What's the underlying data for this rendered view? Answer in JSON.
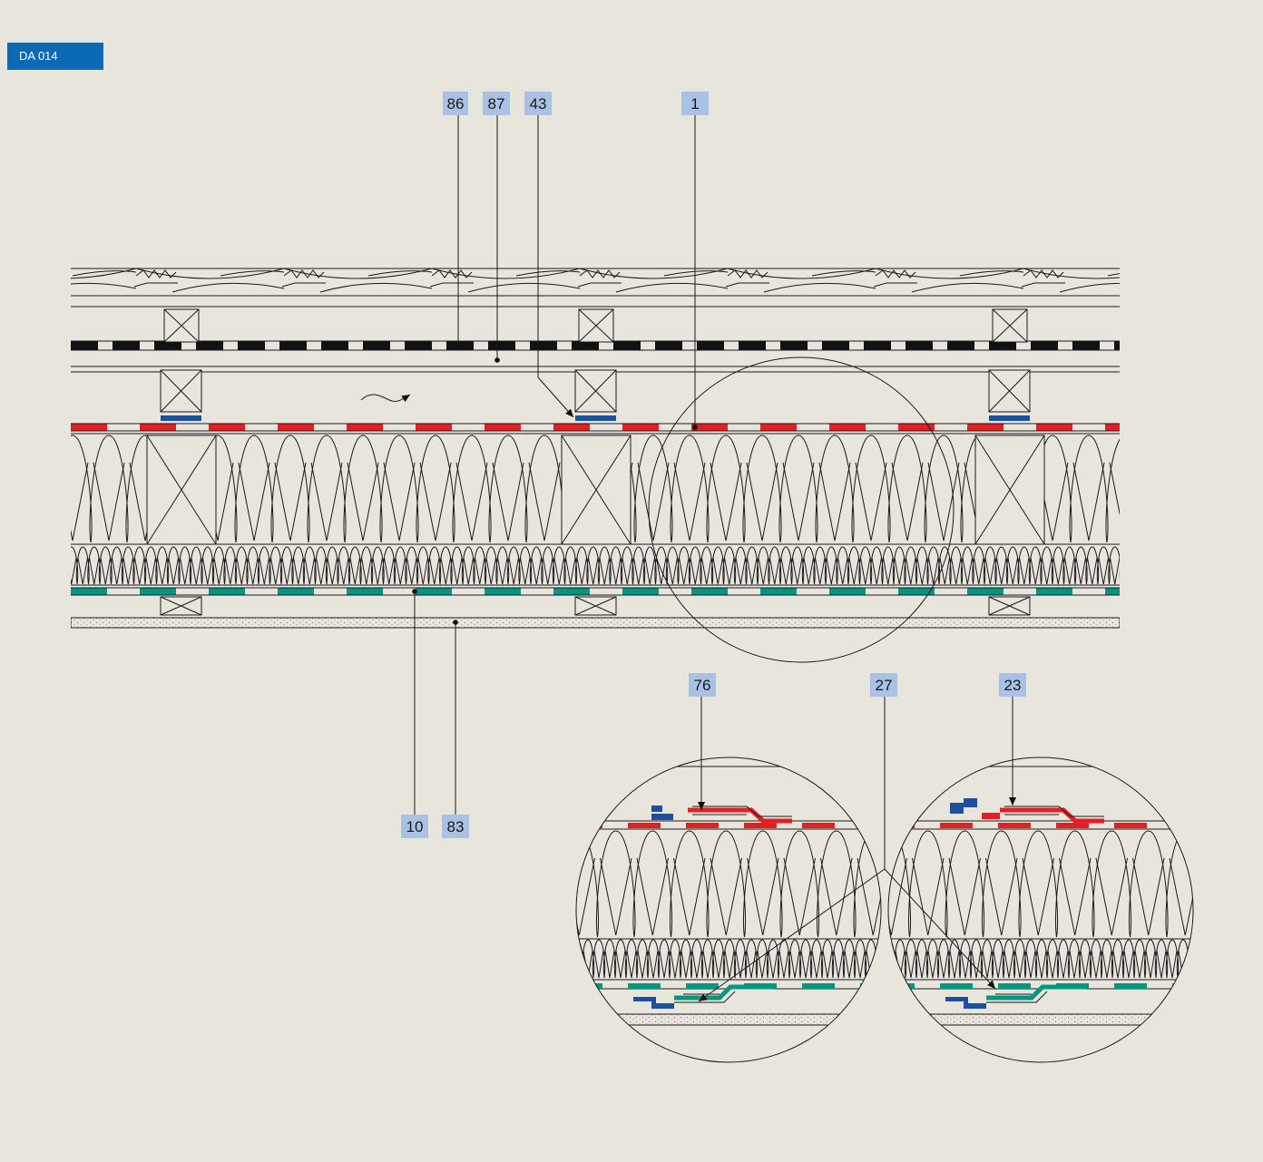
{
  "drawing_code": "DA 014",
  "labels": {
    "l86": "86",
    "l87": "87",
    "l43": "43",
    "l1": "1",
    "l10": "10",
    "l83": "83",
    "l76": "76",
    "l27": "27",
    "l23": "23"
  },
  "colors": {
    "background": "#e8e5dd",
    "tag": "#0b6ab3",
    "label_box": "#a9c1e4",
    "membrane_top": "#e31e24",
    "membrane_bottom": "#00967f",
    "sealing_tape": "#1d4fa0",
    "underlay": "#111111"
  }
}
